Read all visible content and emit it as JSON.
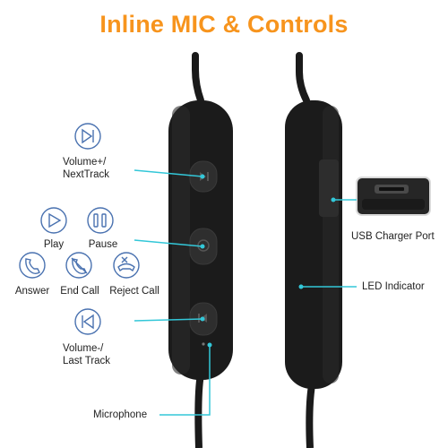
{
  "title": "Inline MIC & Controls",
  "colors": {
    "title": "#f7941d",
    "leader_line": "#33c7d8",
    "icon_stroke": "#4a72b0",
    "device_body": "#1b1b1b",
    "background": "#ffffff"
  },
  "labels": {
    "volume_up": [
      "Volume+/",
      "NextTrack"
    ],
    "play": "Play",
    "pause": "Pause",
    "answer": "Answer",
    "end_call": "End Call",
    "reject_call": "Reject Call",
    "volume_down": [
      "Volume-/",
      "Last Track"
    ],
    "microphone": "Microphone",
    "usb_port": "USB Charger Port",
    "led": "LED Indicator"
  },
  "icons": {
    "volume_up": "next-track-icon",
    "play": "play-icon",
    "pause": "pause-icon",
    "answer": "phone-answer-icon",
    "end_call": "phone-end-icon",
    "reject_call": "phone-reject-icon",
    "volume_down": "previous-track-icon"
  }
}
